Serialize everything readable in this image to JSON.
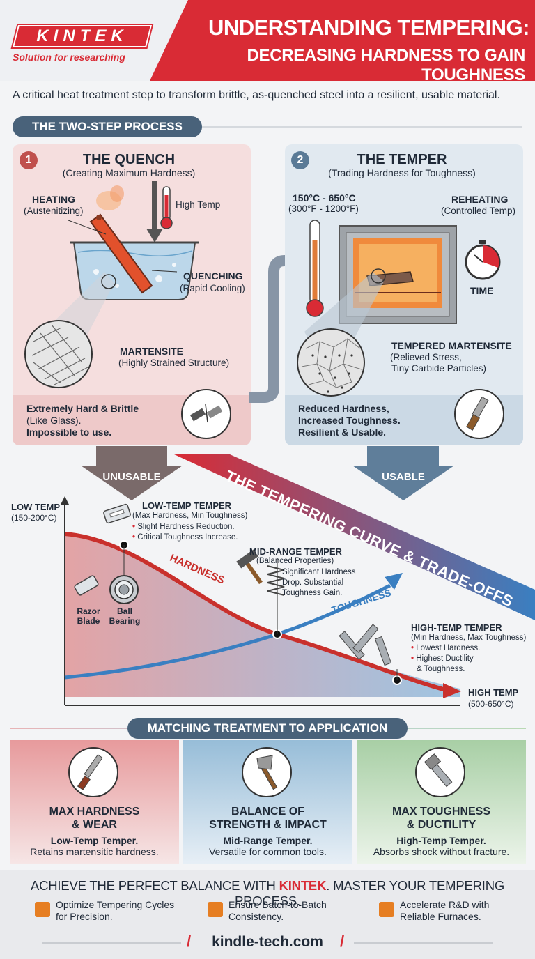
{
  "header": {
    "logo": "KINTEK",
    "tagline": "Solution for researching",
    "title_line1": "UNDERSTANDING TEMPERING:",
    "title_line2": "DECREASING HARDNESS TO GAIN TOUGHNESS"
  },
  "intro": "A critical heat treatment step to transform brittle, as-quenched steel into a resilient, usable material.",
  "process_label": "THE TWO-STEP PROCESS",
  "quench": {
    "number": "1",
    "title": "THE QUENCH",
    "subtitle": "(Creating Maximum Hardness)",
    "heating": "HEATING",
    "heating_sub": "(Austenitizing)",
    "high_temp": "High Temp",
    "quenching": "QUENCHING",
    "quenching_sub": "(Rapid Cooling)",
    "martensite": "MARTENSITE",
    "martensite_sub": "(Highly Strained Structure)",
    "footer_bold": "Extremely Hard & Brittle",
    "footer_normal": "(Like Glass).",
    "footer_bold2": "Impossible to use."
  },
  "temper": {
    "number": "2",
    "title": "THE TEMPER",
    "subtitle": "(Trading Hardness for Toughness)",
    "temp_c": "150°C - 650°C",
    "temp_f": "(300°F - 1200°F)",
    "reheating": "REHEATING",
    "reheating_sub": "(Controlled Temp)",
    "time": "TIME",
    "tempered": "TEMPERED MARTENSITE",
    "tempered_sub1": "(Relieved Stress,",
    "tempered_sub2": "Tiny Carbide Particles)",
    "footer1": "Reduced Hardness,",
    "footer2": "Increased Toughness.",
    "footer3": "Resilient & Usable."
  },
  "arrows": {
    "unusable": "UNUSABLE",
    "usable": "USABLE"
  },
  "curve": {
    "title": "THE TEMPERING CURVE & TRADE-OFFS",
    "low_temp": "LOW TEMP",
    "low_temp_range": "(150-200°C)",
    "high_temp": "HIGH TEMP",
    "high_temp_range": "(500-650°C)",
    "hardness": "HARDNESS",
    "toughness": "TOUGHNESS",
    "low": {
      "title": "LOW-TEMP TEMPER",
      "sub": "(Max Hardness, Min Toughness)",
      "b1": "Slight Hardness Reduction.",
      "b2": "Critical Toughness Increase."
    },
    "mid": {
      "title": "MID-RANGE TEMPER",
      "sub": "(Balanced Properties)",
      "d1": "Significant Hardness",
      "d2": "Drop. Substantial",
      "d3": "Toughness Gain."
    },
    "high": {
      "title": "HIGH-TEMP TEMPER",
      "sub": "(Min Hardness, Max Toughness)",
      "b1": "Lowest Hardness.",
      "b2": "Highest Ductility",
      "b3": "& Toughness."
    },
    "razor1": "Razor",
    "razor2": "Blade",
    "ball1": "Ball",
    "ball2": "Bearing"
  },
  "matching": {
    "label": "MATCHING TREATMENT TO APPLICATION",
    "cards": [
      {
        "title1": "MAX HARDNESS",
        "title2": "& WEAR",
        "t1": "Low-Temp Temper.",
        "t2": "Retains martensitic hardness.",
        "icon": "file-tool-icon"
      },
      {
        "title1": "BALANCE OF",
        "title2": "STRENGTH & IMPACT",
        "t1": "Mid-Range Temper.",
        "t2": "Versatile for common tools.",
        "icon": "axe-icon"
      },
      {
        "title1": "MAX TOUGHNESS",
        "title2": "& DUCTILITY",
        "t1": "High-Temp Temper.",
        "t2": "Absorbs shock without fracture.",
        "icon": "bolt-icon"
      }
    ]
  },
  "footer": {
    "cta_pre": "ACHIEVE THE PERFECT BALANCE WITH ",
    "cta_brand": "KINTEK",
    "cta_post": ". MASTER YOUR TEMPERING PROCESS.",
    "features": [
      {
        "l1": "Optimize Tempering Cycles",
        "l2": "for Precision."
      },
      {
        "l1": "Ensure Batch-to-Batch",
        "l2": "Consistency."
      },
      {
        "l1": "Accelerate R&D with",
        "l2": "Reliable Furnaces."
      }
    ],
    "url": "kindle-tech.com"
  },
  "colors": {
    "accent_red": "#d92b35",
    "slate": "#49627a",
    "toughness_blue": "#3a7fc1"
  }
}
